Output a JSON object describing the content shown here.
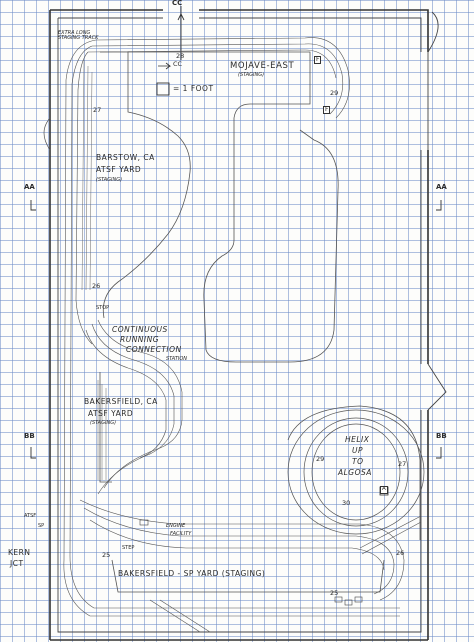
{
  "sections": {
    "cc": "CC",
    "aa_left": "AA",
    "aa_right": "AA",
    "bb_left": "BB",
    "bb_right": "BB"
  },
  "legend": {
    "section_label": "CC",
    "scale_label": "= 1 FOOT"
  },
  "labels": {
    "extra_long_staging": "EXTRA LONG STAGING TRACK",
    "mojave_east": "MOJAVE-EAST",
    "mojave_staging": "(STAGING)",
    "barstow_1": "BARSTOW, CA",
    "barstow_2": "ATSF YARD",
    "barstow_3": "(STAGING)",
    "continuous_1": "CONTINUOUS",
    "continuous_2": "RUNNING",
    "continuous_3": "CONNECTION",
    "stop": "STOP",
    "station": "STATION",
    "bakersfield_1": "BAKERSFIELD, CA",
    "bakersfield_2": "ATSF YARD",
    "bakersfield_3": "(STAGING)",
    "helix_1": "HELIX",
    "helix_2": "UP",
    "helix_3": "TO",
    "helix_4": "ALGOSA",
    "engine_1": "ENGINE",
    "engine_2": "FACILITY",
    "step": "STEP",
    "sp_yard": "BAKERSFIELD - SP YARD (STAGING)",
    "kern_1": "KERN",
    "kern_2": "JCT",
    "atsf_side": "ATSF",
    "sp_side": "SP"
  },
  "elevations": {
    "e28": "28",
    "e27_top": "27",
    "e29": "29",
    "e26": "26",
    "e29_helix": "29",
    "e27_helix": "27",
    "e30": "30",
    "e25": "25",
    "e26_right": "26",
    "e25_bottom": "25"
  },
  "markers": {
    "f_top": "F",
    "f_mid": "F",
    "a_helix": "A"
  }
}
